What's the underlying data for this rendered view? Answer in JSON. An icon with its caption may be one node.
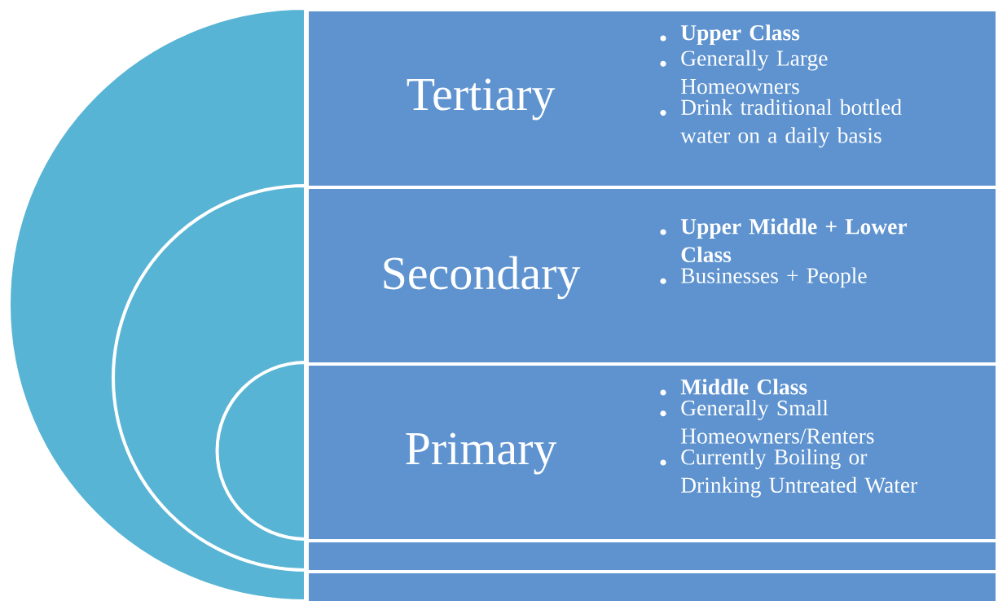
{
  "diagram": {
    "nodes": [
      {
        "text": [
          "Tertiary",
          "Upper Class",
          "Generally Large Homeowners",
          "Drink traditional bottled water on a daily basis"
        ]
      },
      {
        "text": [
          "Secondary",
          "Upper Middle + Lower Class",
          "Businesses + People"
        ],
        "in": 0
      },
      {
        "text": [
          "Primary",
          "Middle  Class",
          "Generally Small Homeowners/Renters",
          "Currently Boiling or Drinking Untreated Water"
        ],
        "in": 1
      }
    ]
  }
}
